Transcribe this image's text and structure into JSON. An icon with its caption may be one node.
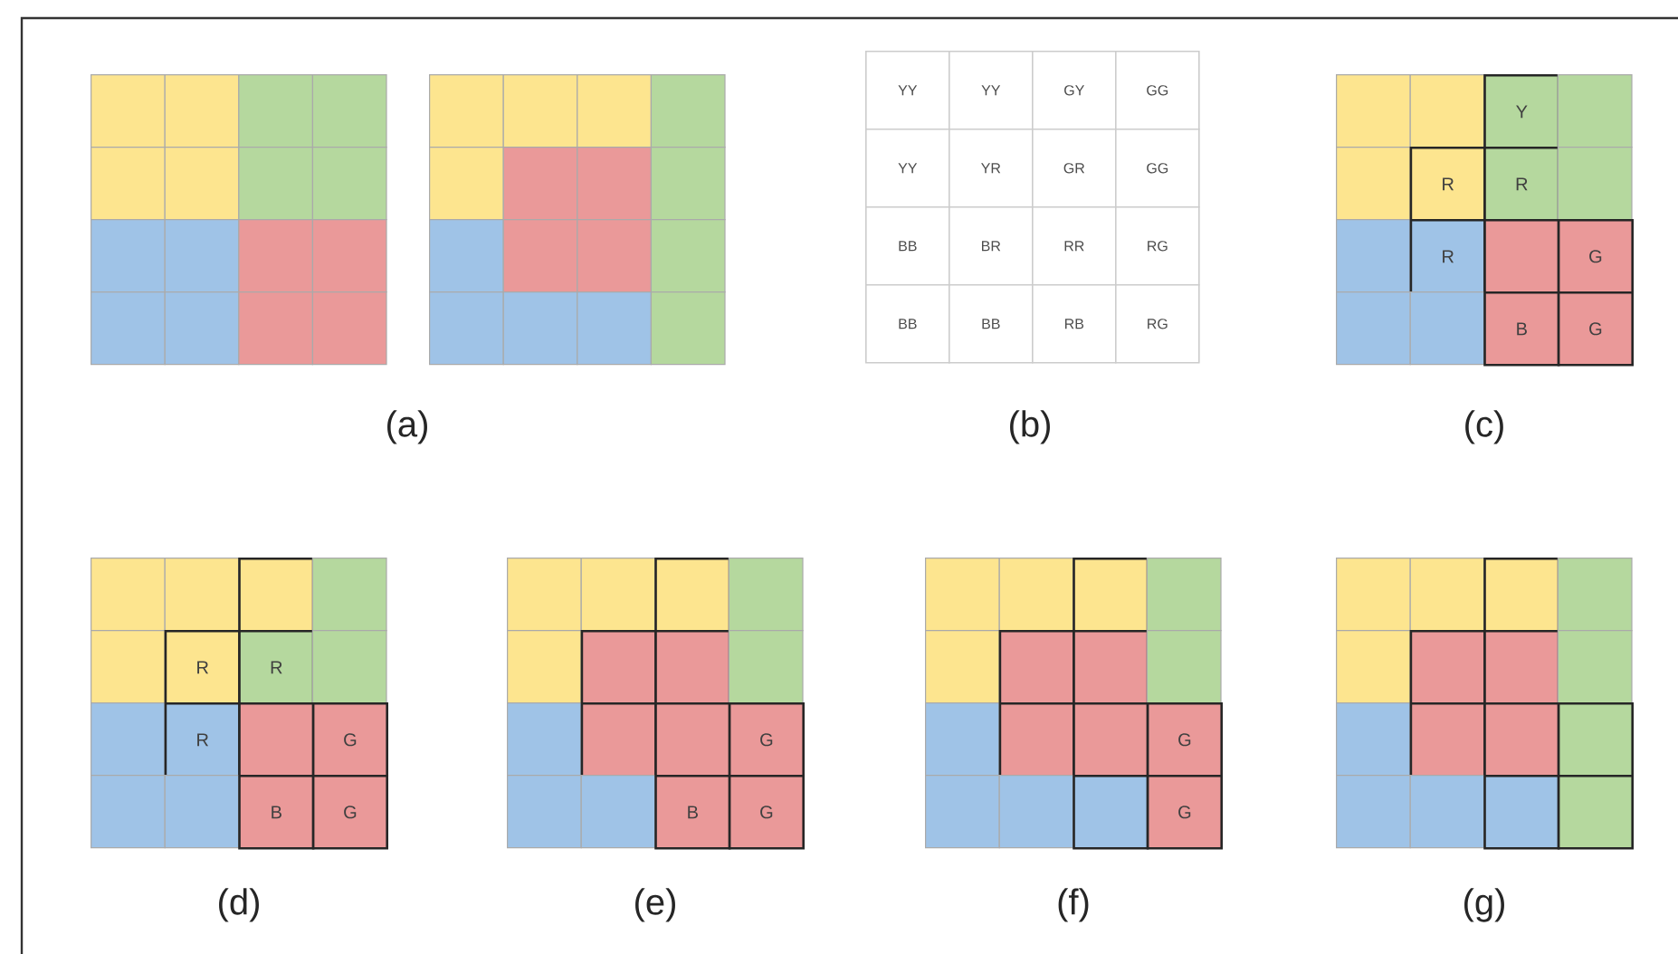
{
  "diagram": {
    "labels": [
      "(a)",
      "YY",
      "YY",
      "GY",
      "GG",
      "YY",
      "YR",
      "GR",
      "GG",
      "BB",
      "BR",
      "RR",
      "RG",
      "BB",
      "BB",
      "RB",
      "RG",
      "(b)",
      "Y",
      "R",
      "R",
      "R",
      "G",
      "B",
      "G",
      "(c)",
      "R",
      "R",
      "R",
      "G",
      "B",
      "G",
      "(d)",
      "G",
      "B",
      "G",
      "(e)",
      "G",
      "G",
      "(f)",
      "(g)"
    ]
  }
}
